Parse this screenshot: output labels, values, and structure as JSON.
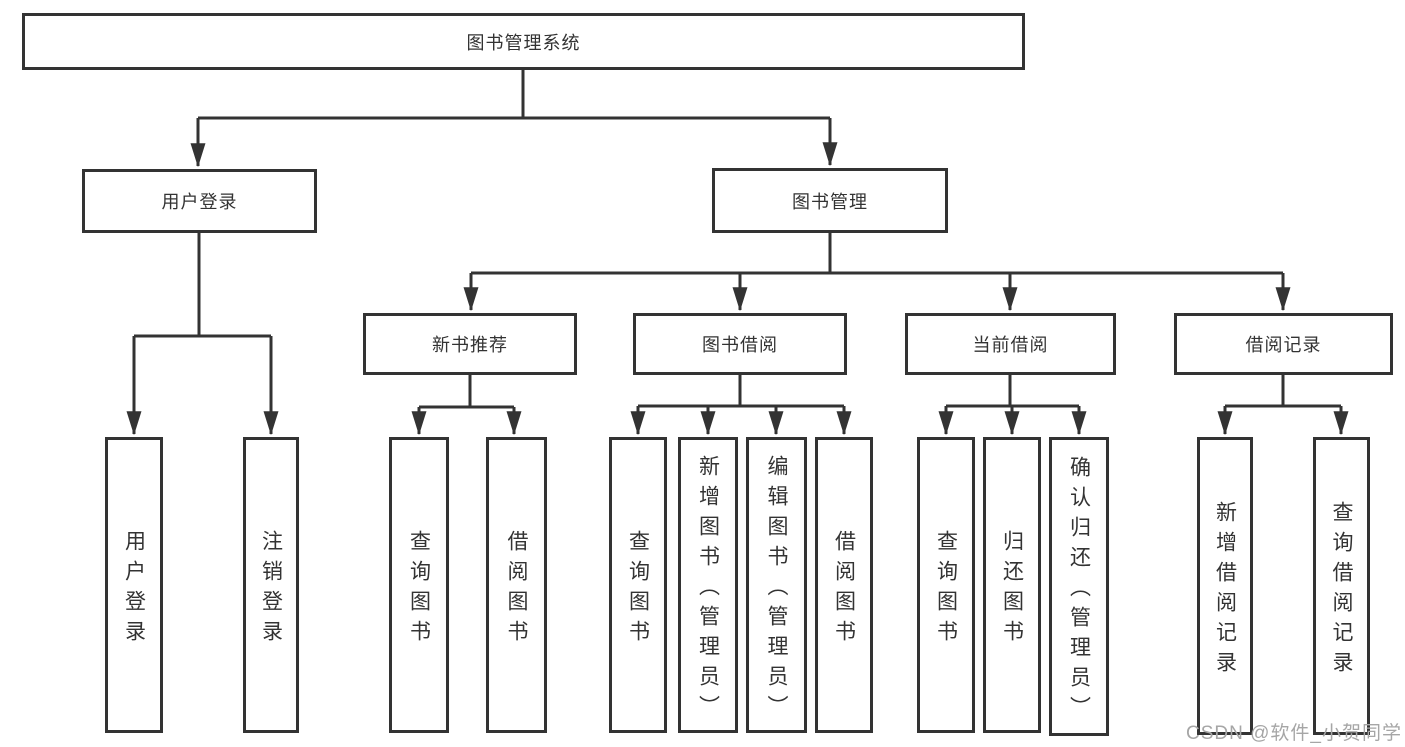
{
  "diagram": {
    "root": {
      "label": "图书管理系统",
      "children": [
        {
          "label": "用户登录",
          "children": [
            {
              "label": "用户登录"
            },
            {
              "label": "注销登录"
            }
          ]
        },
        {
          "label": "图书管理",
          "children": [
            {
              "label": "新书推荐",
              "children": [
                {
                  "label": "查询图书"
                },
                {
                  "label": "借阅图书"
                }
              ]
            },
            {
              "label": "图书借阅",
              "children": [
                {
                  "label": "查询图书"
                },
                {
                  "label": "新增图书（管理员）"
                },
                {
                  "label": "编辑图书（管理员）"
                },
                {
                  "label": "借阅图书"
                }
              ]
            },
            {
              "label": "当前借阅",
              "children": [
                {
                  "label": "查询图书"
                },
                {
                  "label": "归还图书"
                },
                {
                  "label": "确认归还（管理员）"
                }
              ]
            },
            {
              "label": "借阅记录",
              "children": [
                {
                  "label": "新增借阅记录"
                },
                {
                  "label": "查询借阅记录"
                }
              ]
            }
          ]
        }
      ]
    },
    "watermark": "CSDN @软件_小贺同学",
    "colors": {
      "line": "#333333",
      "box_border": "#333333",
      "text": "#333333",
      "watermark": "#a6a6a6",
      "background": "#ffffff"
    }
  }
}
